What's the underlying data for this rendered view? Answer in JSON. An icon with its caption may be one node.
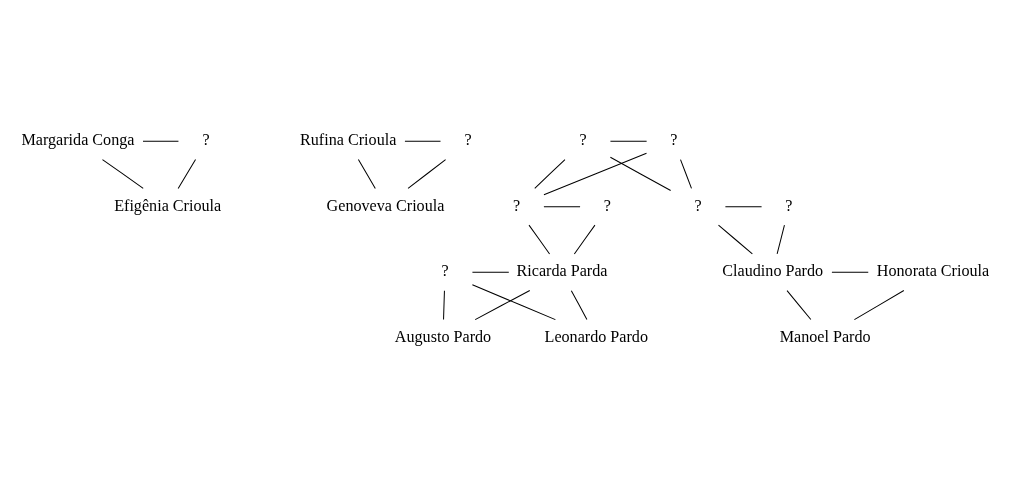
{
  "diagram": {
    "nodes": [
      {
        "text": [
          "Margarida Conga"
        ]
      },
      {
        "text": [
          "?"
        ]
      },
      {
        "text": [
          "Efigênia Crioula"
        ]
      },
      {
        "text": [
          "Rufina Crioula"
        ]
      },
      {
        "text": [
          "?"
        ]
      },
      {
        "text": [
          "Genoveva Crioula"
        ]
      },
      {
        "text": [
          "?"
        ]
      },
      {
        "text": [
          "?"
        ]
      },
      {
        "text": [
          "?"
        ]
      },
      {
        "text": [
          "?"
        ]
      },
      {
        "text": [
          "?"
        ]
      },
      {
        "text": [
          "?"
        ]
      },
      {
        "text": [
          "?"
        ]
      },
      {
        "text": [
          "Ricarda Parda"
        ]
      },
      {
        "text": [
          "Claudino Pardo"
        ]
      },
      {
        "text": [
          "Honorata Crioula"
        ]
      },
      {
        "text": [
          "Leonardo Pardo"
        ]
      },
      {
        "text": [
          "Augusto Pardo"
        ]
      },
      {
        "text": [
          "Manoel Pardo"
        ]
      }
    ],
    "edges": [
      {
        "from": 0,
        "to": 1,
        "arrow": "none"
      },
      {
        "from": 0,
        "to": 2,
        "arrow": "none"
      },
      {
        "from": 1,
        "to": 2,
        "arrow": "none"
      },
      {
        "from": 3,
        "to": 4,
        "arrow": "none"
      },
      {
        "from": 3,
        "to": 5,
        "arrow": "none"
      },
      {
        "from": 4,
        "to": 5,
        "arrow": "none"
      },
      {
        "from": 6,
        "to": 7,
        "arrow": "none"
      },
      {
        "from": 6,
        "to": 8,
        "arrow": "none"
      },
      {
        "from": 7,
        "to": 8,
        "arrow": "none"
      },
      {
        "from": 6,
        "to": 10,
        "arrow": "none"
      },
      {
        "from": 7,
        "to": 10,
        "arrow": "none"
      },
      {
        "from": 8,
        "to": 9,
        "arrow": "none"
      },
      {
        "from": 8,
        "to": 13,
        "arrow": "none"
      },
      {
        "from": 9,
        "to": 13,
        "arrow": "none"
      },
      {
        "from": 10,
        "to": 11,
        "arrow": "none"
      },
      {
        "from": 10,
        "to": 14,
        "arrow": "none"
      },
      {
        "from": 11,
        "to": 14,
        "arrow": "none"
      },
      {
        "from": 12,
        "to": 13,
        "arrow": "none"
      },
      {
        "from": 12,
        "to": 16,
        "arrow": "none"
      },
      {
        "from": 13,
        "to": 16,
        "arrow": "none"
      },
      {
        "from": 12,
        "to": 17,
        "arrow": "none"
      },
      {
        "from": 13,
        "to": 17,
        "arrow": "none"
      },
      {
        "from": 14,
        "to": 15,
        "arrow": "none"
      },
      {
        "from": 14,
        "to": 18,
        "arrow": "none"
      },
      {
        "from": 15,
        "to": 18,
        "arrow": "none"
      }
    ]
  }
}
